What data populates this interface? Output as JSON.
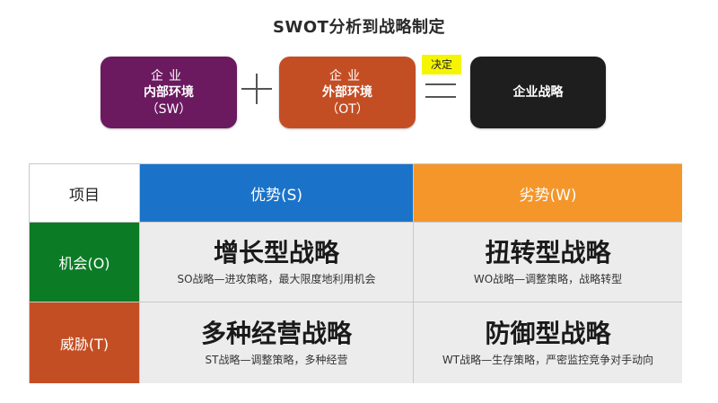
{
  "title": "SWOT分析到战略制定",
  "top_row": {
    "sw_box": {
      "line1": "企业",
      "line2": "内部环境",
      "line3": "（SW）",
      "color": "#6b1a5f"
    },
    "ot_box": {
      "line1": "企业",
      "line2": "外部环境",
      "line3": "（OT）",
      "color": "#c44e24"
    },
    "strategy_box": {
      "label": "企业战略",
      "color": "#1e1e1e"
    },
    "decide_label": "决定"
  },
  "matrix": {
    "header": {
      "item": "项目",
      "s": "优势(S)",
      "w": "劣势(W)",
      "s_color": "#1a73c8",
      "w_color": "#f4962a"
    },
    "rows": {
      "o": {
        "label": "机会(O)",
        "color": "#0b7c25"
      },
      "t": {
        "label": "威胁(T)",
        "color": "#c44e24"
      }
    },
    "cells": {
      "so": {
        "title": "增长型战略",
        "desc": "SO战略—进攻策略，最大限度地利用机会"
      },
      "wo": {
        "title": "扭转型战略",
        "desc": "WO战略—调整策略，战略转型"
      },
      "st": {
        "title": "多种经营战略",
        "desc": "ST战略—调整策略，多种经营"
      },
      "wt": {
        "title": "防御型战略",
        "desc": "WT战略—生存策略，严密监控竞争对手动向"
      }
    }
  }
}
